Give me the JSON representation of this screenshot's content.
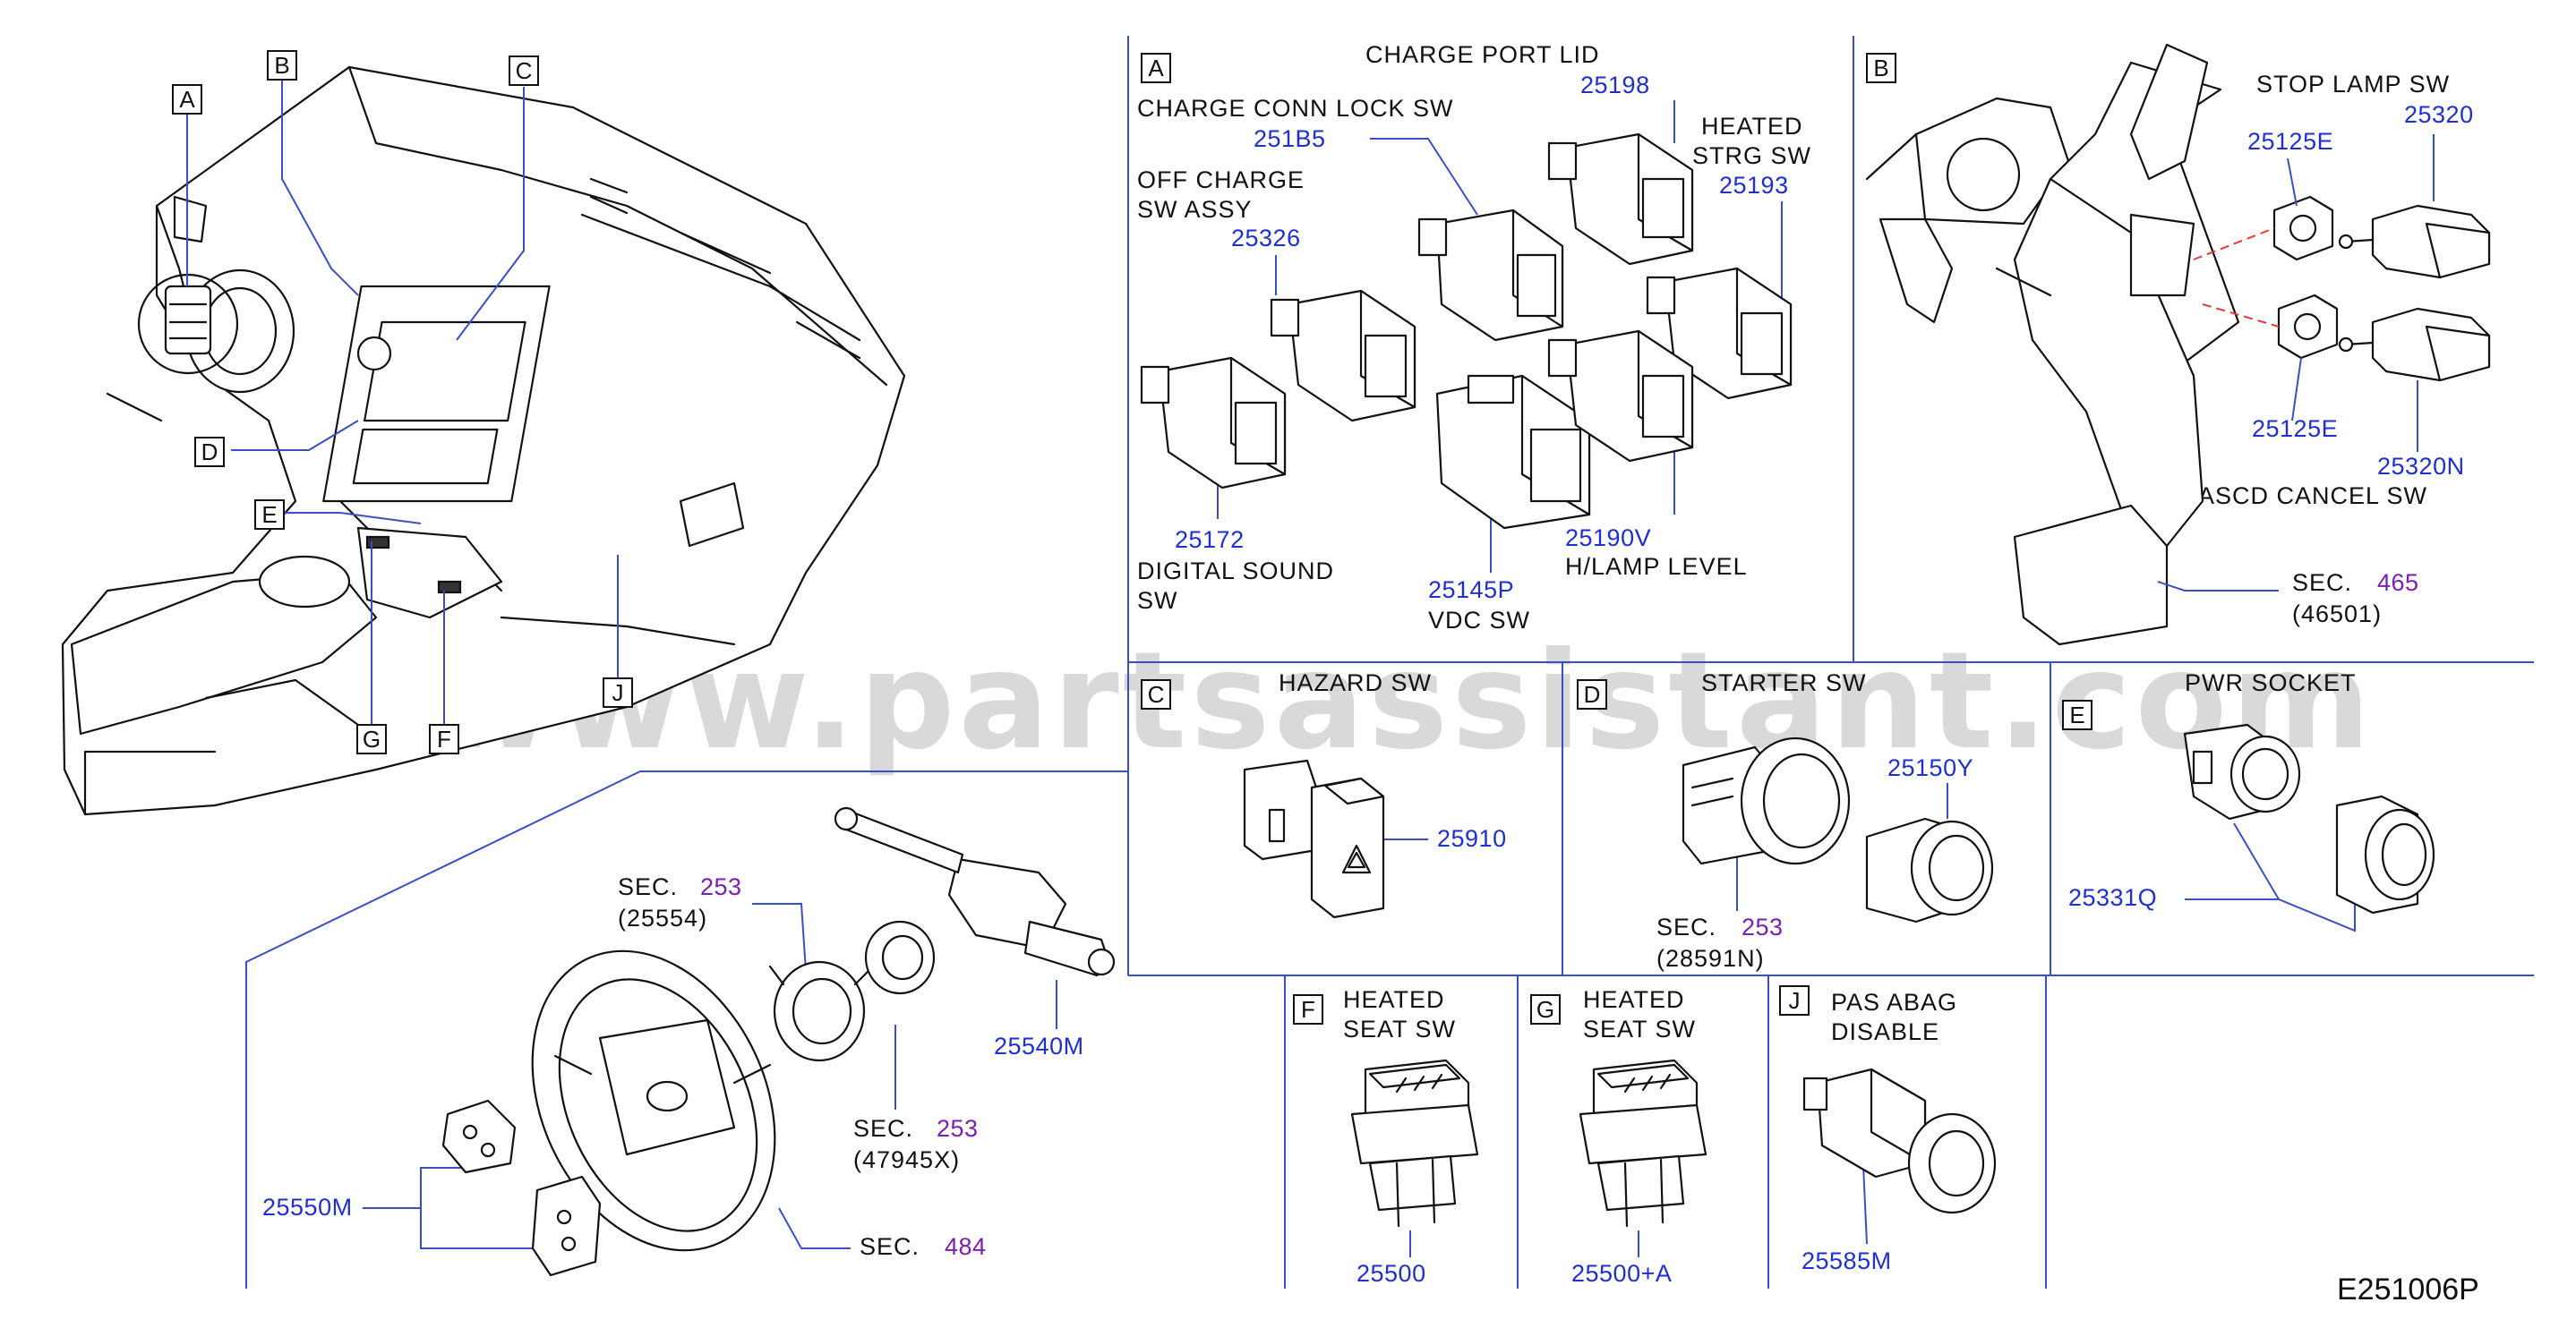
{
  "watermark": "www.partsassistant.com",
  "figure_code": "E251006P",
  "overview": {
    "tags": [
      "A",
      "B",
      "C",
      "D",
      "E",
      "F",
      "G",
      "J"
    ]
  },
  "panel_a": {
    "tag": "A",
    "charge_port_lid": {
      "line1": "CHARGE PORT LID",
      "pn": "25198"
    },
    "charge_conn_lock": {
      "line1": "CHARGE CONN LOCK SW",
      "pn": "251B5"
    },
    "heated_strg": {
      "line1": "HEATED",
      "line2": "STRG SW",
      "pn": "25193"
    },
    "off_charge": {
      "line1": "OFF CHARGE",
      "line2": "SW ASSY",
      "pn": "25326"
    },
    "digital_sound": {
      "pn": "25172",
      "line1": "DIGITAL SOUND",
      "line2": "SW"
    },
    "vdc": {
      "pn": "25145P",
      "line1": "VDC SW"
    },
    "hlamp": {
      "pn": "25190V",
      "line1": "H/LAMP LEVEL"
    }
  },
  "panel_b": {
    "tag": "B",
    "stop_lamp": {
      "line1": "STOP LAMP SW",
      "pn": "25320"
    },
    "clip_top": "25125E",
    "clip_bottom": "25125E",
    "ascd_pn": "25320N",
    "ascd_label": "ASCD CANCEL SW",
    "sec_label": "SEC.",
    "sec_num": "465",
    "sec_ref": "(46501)"
  },
  "panel_c": {
    "tag": "C",
    "title": "HAZARD SW",
    "pn": "25910"
  },
  "panel_d": {
    "tag": "D",
    "title": "STARTER SW",
    "pn": "25150Y",
    "sec_label": "SEC.",
    "sec_num": "253",
    "sec_ref": "(28591N)"
  },
  "panel_e": {
    "tag": "E",
    "title": "PWR SOCKET",
    "pn": "25331Q"
  },
  "panel_f": {
    "tag": "F",
    "line1": "HEATED",
    "line2": "SEAT SW",
    "pn": "25500"
  },
  "panel_g": {
    "tag": "G",
    "line1": "HEATED",
    "line2": "SEAT SW",
    "pn": "25500+A"
  },
  "panel_j": {
    "tag": "J",
    "line1": "PAS ABAG",
    "line2": "DISABLE",
    "pn": "25585M"
  },
  "steering": {
    "sec1_label": "SEC.",
    "sec1_num": "253",
    "sec1_ref": "(25554)",
    "combo_pn": "25540M",
    "sec2_label": "SEC.",
    "sec2_num": "253",
    "sec2_ref": "(47945X)",
    "wheel_sw_pn": "25550M",
    "sec3_label": "SEC.",
    "sec3_num": "484"
  }
}
